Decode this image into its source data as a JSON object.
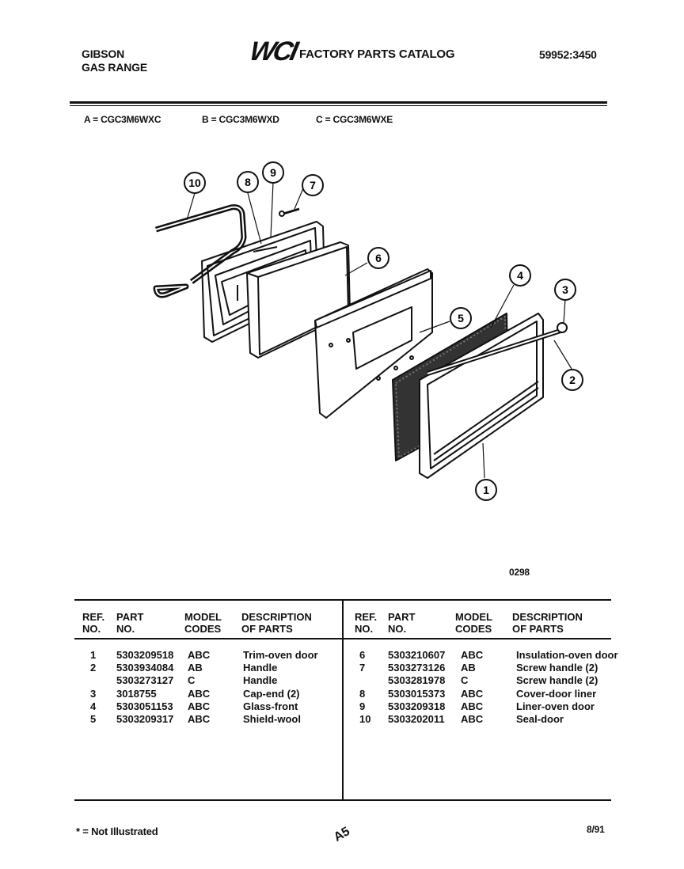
{
  "header": {
    "brand": "GIBSON",
    "product": "GAS RANGE",
    "logo": "WCI",
    "catalog_title": "FACTORY PARTS CATALOG",
    "catalog_number": "59952:3450"
  },
  "models": [
    {
      "label": "A = CGC3M6WXC"
    },
    {
      "label": "B = CGC3M6WXD"
    },
    {
      "label": "C = CGC3M6WXE"
    }
  ],
  "diagram": {
    "code": "0298",
    "callouts": [
      "1",
      "2",
      "3",
      "4",
      "5",
      "6",
      "7",
      "8",
      "9",
      "10"
    ]
  },
  "table": {
    "headers": {
      "ref": [
        "REF.",
        "NO."
      ],
      "part": [
        "PART",
        "NO."
      ],
      "model": [
        "MODEL",
        "CODES"
      ],
      "desc": [
        "DESCRIPTION",
        "OF PARTS"
      ]
    },
    "left_rows": [
      {
        "ref": "1",
        "part": "5303209518",
        "codes": "ABC",
        "desc": "Trim-oven door"
      },
      {
        "ref": "2",
        "part": "5303934084",
        "codes": "AB",
        "desc": "Handle"
      },
      {
        "ref": "",
        "part": "5303273127",
        "codes": "C",
        "desc": "Handle"
      },
      {
        "ref": "3",
        "part": "3018755",
        "codes": "ABC",
        "desc": "Cap-end (2)"
      },
      {
        "ref": "4",
        "part": "5303051153",
        "codes": "ABC",
        "desc": "Glass-front"
      },
      {
        "ref": "5",
        "part": "5303209317",
        "codes": "ABC",
        "desc": "Shield-wool"
      }
    ],
    "right_rows": [
      {
        "ref": "6",
        "part": "5303210607",
        "codes": "ABC",
        "desc": "Insulation-oven door"
      },
      {
        "ref": "7",
        "part": "5303273126",
        "codes": "AB",
        "desc": "Screw handle (2)"
      },
      {
        "ref": "",
        "part": "5303281978",
        "codes": "C",
        "desc": "Screw handle (2)"
      },
      {
        "ref": "8",
        "part": "5303015373",
        "codes": "ABC",
        "desc": "Cover-door liner"
      },
      {
        "ref": "9",
        "part": "5303209318",
        "codes": "ABC",
        "desc": "Liner-oven door"
      },
      {
        "ref": "10",
        "part": "5303202011",
        "codes": "ABC",
        "desc": "Seal-door"
      }
    ]
  },
  "footer": {
    "note": "* = Not Illustrated",
    "page_mark": "A5",
    "date": "8/91"
  }
}
